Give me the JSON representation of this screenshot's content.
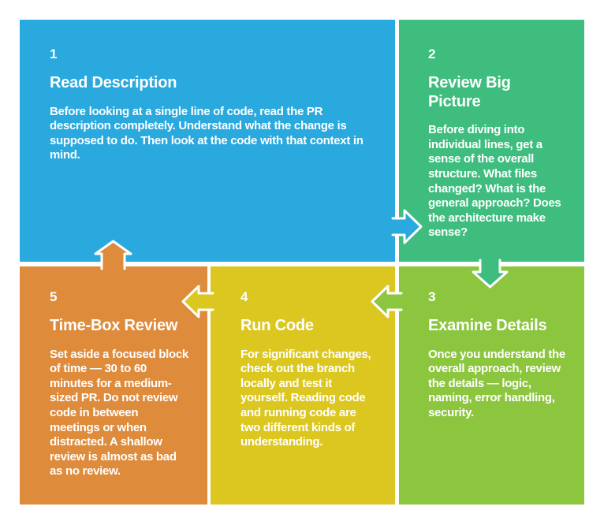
{
  "colors": {
    "background": "#ffffff",
    "text": "#ffffff",
    "step1": "#2aa9de",
    "step2": "#3ebd7e",
    "step3": "#8cc63f",
    "step4": "#dcc720",
    "step5": "#de8b3c"
  },
  "steps": [
    {
      "number": "1",
      "title": "Read Description",
      "body": "Before looking at a single line of code, read the PR description completely. Understand what the change is supposed to do. Then look at the code with that context in mind."
    },
    {
      "number": "2",
      "title": "Review Big Picture",
      "body": "Before diving into individual lines, get a sense of the overall structure. What files changed? What is the general approach? Does the architecture make sense?"
    },
    {
      "number": "3",
      "title": "Examine Details",
      "body": "Once you understand the overall approach, review the details — logic, naming, error handling, security."
    },
    {
      "number": "4",
      "title": "Run Code",
      "body": "For significant changes, check out the branch locally and test it yourself. Reading code and running code are two different kinds of understanding."
    },
    {
      "number": "5",
      "title": "Time-Box Review",
      "body": "Set aside a focused block of time — 30 to 60 minutes for a medium-sized PR. Do not review code in between meetings or when distracted. A shallow review is almost as bad as no review."
    }
  ]
}
